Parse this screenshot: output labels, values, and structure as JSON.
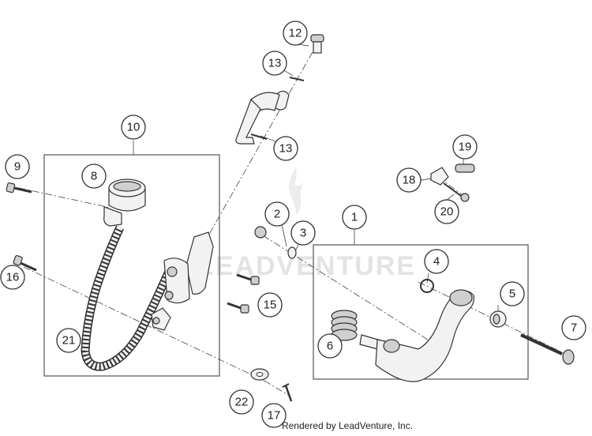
{
  "diagram": {
    "callouts": [
      {
        "id": "1",
        "label": "1"
      },
      {
        "id": "2",
        "label": "2"
      },
      {
        "id": "3",
        "label": "3"
      },
      {
        "id": "4",
        "label": "4"
      },
      {
        "id": "5",
        "label": "5"
      },
      {
        "id": "6",
        "label": "6"
      },
      {
        "id": "7",
        "label": "7"
      },
      {
        "id": "8",
        "label": "8"
      },
      {
        "id": "9",
        "label": "9"
      },
      {
        "id": "10",
        "label": "10"
      },
      {
        "id": "12",
        "label": "12"
      },
      {
        "id": "13a",
        "label": "13"
      },
      {
        "id": "13b",
        "label": "13"
      },
      {
        "id": "15",
        "label": "15"
      },
      {
        "id": "16",
        "label": "16"
      },
      {
        "id": "17",
        "label": "17"
      },
      {
        "id": "18",
        "label": "18"
      },
      {
        "id": "19",
        "label": "19"
      },
      {
        "id": "20",
        "label": "20"
      },
      {
        "id": "21",
        "label": "21"
      },
      {
        "id": "22",
        "label": "22"
      }
    ],
    "watermark": "LEADVENTURE",
    "credit": "Rendered by LeadVenture, Inc."
  },
  "colors": {
    "line": "#333333",
    "part_fill": "#f2f2f2",
    "watermark": "#e3e3e3"
  }
}
